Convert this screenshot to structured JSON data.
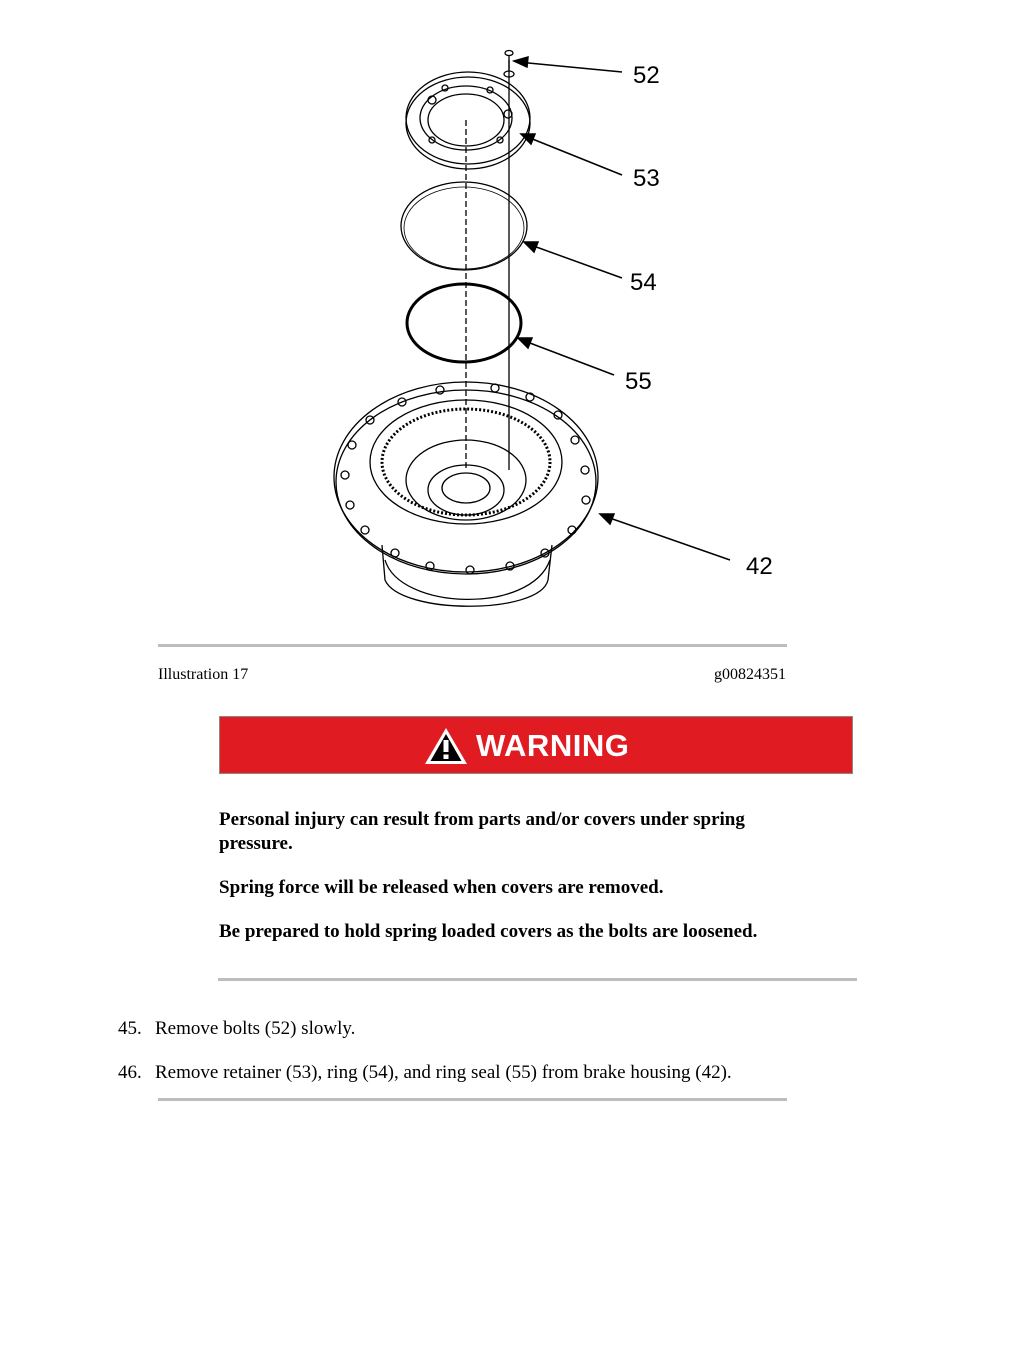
{
  "figure": {
    "callouts": [
      {
        "label": "52",
        "part": "bolt"
      },
      {
        "label": "53",
        "part": "retainer"
      },
      {
        "label": "54",
        "part": "ring"
      },
      {
        "label": "55",
        "part": "ring seal"
      },
      {
        "label": "42",
        "part": "brake housing"
      }
    ]
  },
  "caption": {
    "illustration": "Illustration 17",
    "graphic_id": "g00824351"
  },
  "warning": {
    "banner": "WARNING",
    "paragraphs": [
      "Personal injury can result from parts and/or covers under spring pressure.",
      "Spring force will be released when covers are removed.",
      "Be prepared to hold spring loaded covers as the bolts are loosened."
    ]
  },
  "steps": [
    {
      "number": "45.",
      "text": "Remove bolts (52) slowly."
    },
    {
      "number": "46.",
      "text": "Remove retainer (53), ring (54), and ring seal (55) from brake housing (42)."
    }
  ],
  "colors": {
    "warning_red": "#e01b22",
    "rule_gray": "#bdbdbd"
  }
}
